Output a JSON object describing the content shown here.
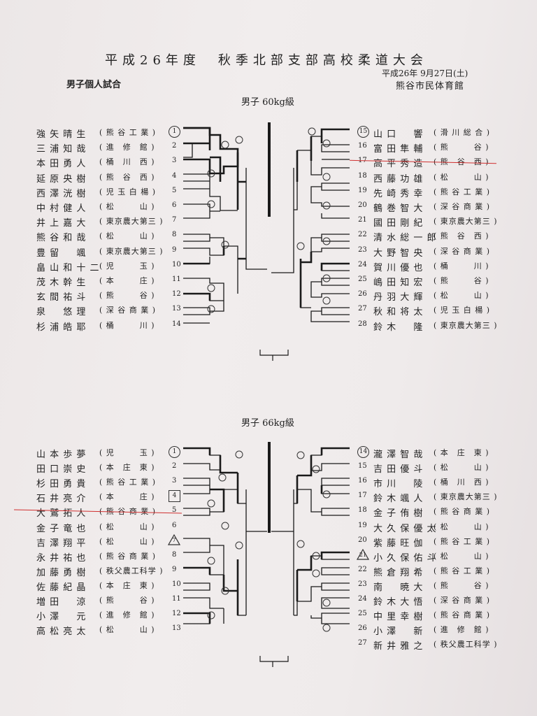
{
  "header": {
    "title": "平成26年度　秋季北部支部高校柔道大会",
    "date": "平成26年 9月27日(土)",
    "venue": "熊谷市民体育館",
    "event": "男子個人試合"
  },
  "brackets": [
    {
      "weight_class": "男子 60kg級",
      "left": [
        {
          "num": "1",
          "name": "強 矢 晴 生",
          "school": "熊 谷 工 業",
          "mark": "circle"
        },
        {
          "num": "2",
          "name": "三 浦 知 哉",
          "school": "進　修　館",
          "mark": ""
        },
        {
          "num": "3",
          "name": "本 田 勇 人",
          "school": "桶　川　西",
          "mark": ""
        },
        {
          "num": "4",
          "name": "延 原 央 樹",
          "school": "熊　谷　西",
          "mark": ""
        },
        {
          "num": "5",
          "name": "西 澤 洸 樹",
          "school": "児 玉 白 楊",
          "mark": ""
        },
        {
          "num": "6",
          "name": "中 村 健 人",
          "school": "松　　　山",
          "mark": ""
        },
        {
          "num": "7",
          "name": "井 上 嘉 大",
          "school": "東京農大第三",
          "mark": ""
        },
        {
          "num": "8",
          "name": "熊 谷 和 哉",
          "school": "松　　　山",
          "mark": ""
        },
        {
          "num": "9",
          "name": "豊 留 　 颯",
          "school": "東京農大第三",
          "mark": ""
        },
        {
          "num": "10",
          "name": "畠 山 和 十 二",
          "school": "児　　　玉",
          "mark": ""
        },
        {
          "num": "11",
          "name": "茂 木 幹 生",
          "school": "本　　　庄",
          "mark": ""
        },
        {
          "num": "12",
          "name": "玄 間 祐 斗",
          "school": "熊　　　谷",
          "mark": ""
        },
        {
          "num": "13",
          "name": "泉 　 悠 理",
          "school": "深 谷 商 業",
          "mark": ""
        },
        {
          "num": "14",
          "name": "杉 浦 皓 耶",
          "school": "桶　　　川",
          "mark": ""
        }
      ],
      "right": [
        {
          "num": "15",
          "name": "山 口 　 響",
          "school": "滑 川 総 合",
          "mark": "circle"
        },
        {
          "num": "16",
          "name": "富 田 隼 輔",
          "school": "熊　　　谷",
          "mark": ""
        },
        {
          "num": "17",
          "name": "高 平 秀 造",
          "school": "熊　谷　西",
          "mark": "strike"
        },
        {
          "num": "18",
          "name": "西 藤 功 雄",
          "school": "松　　　山",
          "mark": ""
        },
        {
          "num": "19",
          "name": "先 崎 秀 幸",
          "school": "熊 谷 工 業",
          "mark": ""
        },
        {
          "num": "20",
          "name": "鶴 巻 智 大",
          "school": "深 谷 商 業",
          "mark": ""
        },
        {
          "num": "21",
          "name": "國 田 剛 紀",
          "school": "東京農大第三",
          "mark": ""
        },
        {
          "num": "22",
          "name": "清 水 総 一 郎",
          "school": "熊　谷　西",
          "mark": ""
        },
        {
          "num": "23",
          "name": "大 野 智 央",
          "school": "深 谷 商 業",
          "mark": ""
        },
        {
          "num": "24",
          "name": "賀 川 優 也",
          "school": "桶　　　川",
          "mark": ""
        },
        {
          "num": "25",
          "name": "嶋 田 知 宏",
          "school": "熊　　　谷",
          "mark": ""
        },
        {
          "num": "26",
          "name": "丹 羽 大 輝",
          "school": "松　　　山",
          "mark": ""
        },
        {
          "num": "27",
          "name": "秋 和 将 太",
          "school": "児 玉 白 楊",
          "mark": ""
        },
        {
          "num": "28",
          "name": "鈴 木 　 隆",
          "school": "東京農大第三",
          "mark": ""
        }
      ]
    },
    {
      "weight_class": "男子 66kg級",
      "left": [
        {
          "num": "1",
          "name": "山 本 歩 夢",
          "school": "児　　　玉",
          "mark": "circle"
        },
        {
          "num": "2",
          "name": "田 口 崇 史",
          "school": "本　庄　東",
          "mark": ""
        },
        {
          "num": "3",
          "name": "杉 田 勇 貴",
          "school": "熊 谷 工 業",
          "mark": ""
        },
        {
          "num": "4",
          "name": "石 井 亮 介",
          "school": "本　　　庄",
          "mark": "square"
        },
        {
          "num": "5",
          "name": "大 鷲 拓 人",
          "school": "熊 谷 商 業",
          "mark": "strike"
        },
        {
          "num": "6",
          "name": "金 子 竜 也",
          "school": "松　　　山",
          "mark": ""
        },
        {
          "num": "7",
          "name": "吉 澤 翔 平",
          "school": "松　　　山",
          "mark": "triangle"
        },
        {
          "num": "8",
          "name": "永 井 祐 也",
          "school": "熊 谷 商 業",
          "mark": ""
        },
        {
          "num": "9",
          "name": "加 藤 勇 樹",
          "school": "秩父農工科学",
          "mark": ""
        },
        {
          "num": "10",
          "name": "佐 藤 紀 晶",
          "school": "本　庄　東",
          "mark": ""
        },
        {
          "num": "11",
          "name": "増 田 　 涼",
          "school": "熊　　　谷",
          "mark": ""
        },
        {
          "num": "12",
          "name": "小 澤 　 元",
          "school": "進　修　館",
          "mark": ""
        },
        {
          "num": "13",
          "name": "高 松 亮 太",
          "school": "松　　　山",
          "mark": ""
        }
      ],
      "right": [
        {
          "num": "14",
          "name": "瀧 澤 智 哉",
          "school": "本　庄　東",
          "mark": "circle"
        },
        {
          "num": "15",
          "name": "吉 田 優 斗",
          "school": "松　　　山",
          "mark": ""
        },
        {
          "num": "16",
          "name": "市 川 　 陵",
          "school": "桶　川　西",
          "mark": ""
        },
        {
          "num": "17",
          "name": "鈴 木 颯 人",
          "school": "東京農大第三",
          "mark": ""
        },
        {
          "num": "18",
          "name": "金 子 侑 樹",
          "school": "熊 谷 商 業",
          "mark": ""
        },
        {
          "num": "19",
          "name": "大 久 保 優 太",
          "school": "松　　　山",
          "mark": ""
        },
        {
          "num": "20",
          "name": "紫 藤 旺 伽",
          "school": "熊 谷 工 業",
          "mark": ""
        },
        {
          "num": "21",
          "name": "小 久 保 佑 斗",
          "school": "松　　　山",
          "mark": "triangle"
        },
        {
          "num": "22",
          "name": "熊 倉 翔 希",
          "school": "熊 谷 工 業",
          "mark": ""
        },
        {
          "num": "23",
          "name": "南 　 暁 大",
          "school": "熊　　　谷",
          "mark": ""
        },
        {
          "num": "24",
          "name": "鈴 木 大 悟",
          "school": "深 谷 商 業",
          "mark": ""
        },
        {
          "num": "25",
          "name": "中 里 幸 樹",
          "school": "熊 谷 商 業",
          "mark": ""
        },
        {
          "num": "26",
          "name": "小 澤 　 新",
          "school": "進　修　館",
          "mark": ""
        },
        {
          "num": "27",
          "name": "新 井 雅 之",
          "school": "秩父農工科学",
          "mark": ""
        }
      ]
    }
  ]
}
